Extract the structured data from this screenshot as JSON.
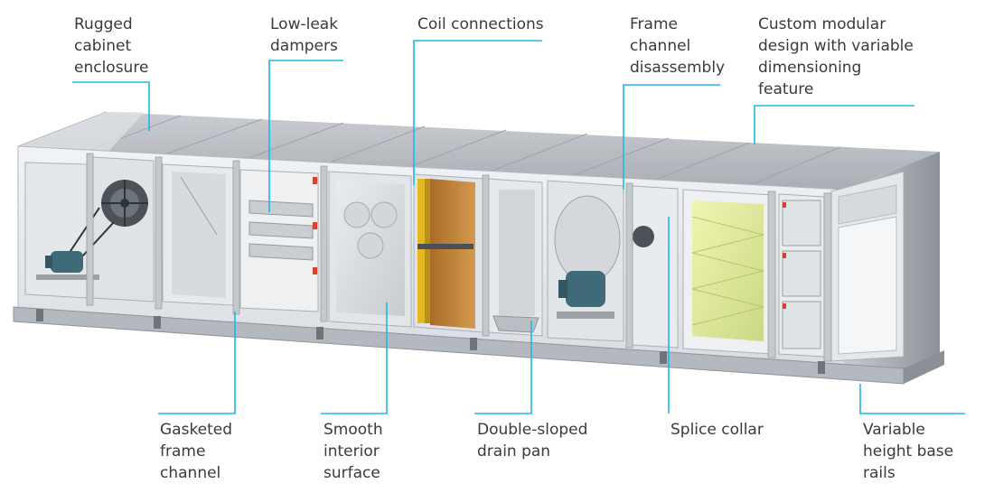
{
  "callouts": {
    "rugged_cabinet": [
      "Rugged",
      "cabinet",
      "enclosure"
    ],
    "low_leak_dampers": [
      "Low-leak",
      "dampers"
    ],
    "coil_connections": [
      "Coil connections"
    ],
    "frame_channel_disassembly": [
      "Frame",
      "channel",
      "disassembly"
    ],
    "custom_modular": [
      "Custom modular",
      "design with variable",
      "dimensioning",
      "feature"
    ],
    "gasketed_frame": [
      "Gasketed",
      "frame",
      "channel"
    ],
    "smooth_interior": [
      "Smooth",
      "interior",
      "surface"
    ],
    "double_sloped": [
      "Double-sloped",
      "drain pan"
    ],
    "splice_collar": [
      "Splice collar"
    ],
    "variable_height": [
      "Variable",
      "height base",
      "rails"
    ]
  },
  "colors": {
    "leader": "#1fb6e8",
    "label_text": "#3a3a3a",
    "cabinet_top": "#b9bec4",
    "cabinet_frame": "#d8dce0",
    "coil_copper": "#c9893a",
    "coil_yellow": "#e6b820",
    "filter_green": "#dfe89a",
    "motor": "#3f6b78",
    "filter_red": "#d9432b"
  },
  "icons": {
    "fan": "fan-icon",
    "motor": "motor-icon"
  }
}
